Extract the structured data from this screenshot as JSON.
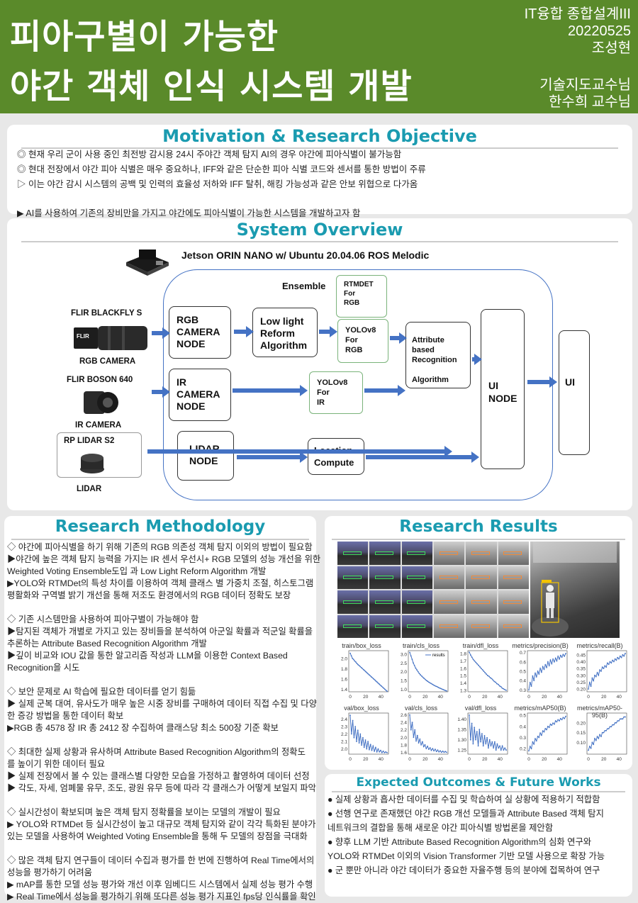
{
  "header": {
    "title_line1": "피아구별이 가능한",
    "title_line2": "야간 객체 인식 시스템 개발",
    "course": "IT융합 종합설계III",
    "date": "20220525",
    "author": "조성현",
    "advisor_label": "기술지도교수님",
    "advisor_name": "한수희 교수님"
  },
  "motivation": {
    "title": "Motivation & Research Objective",
    "lines": [
      "◎ 현재 우리 군이 사용 중인 최전방 감시용 24시 주야간 객체 탐지 AI의 경우 야간에 피아식별이 불가능함",
      "◎ 현대 전장에서 야간 피아 식별은 매우 중요하나, IFF와 같은 단순한 피아 식별 코드와 센서를 통한 방법이 주류",
      "▷ 이는 야간 감시 시스템의 공백 및 인력의 효율성 저하와 IFF 탈취, 해킹 가능성과 같은 안보 위협으로 다가옴",
      "▶ AI를 사용하여 기존의 장비만을 가지고 야간에도 피아식별이 가능한 시스템을 개발하고자 함"
    ]
  },
  "overview": {
    "title": "System Overview",
    "platform": "Jetson ORIN NANO w/ Ubuntu 20.04.06 ROS Melodic",
    "ensemble_label": "Ensemble",
    "sensors": {
      "flir_blackfly": "FLIR BLACKFLY S",
      "rgb_camera": "RGB CAMERA",
      "flir_boson": "FLIR BOSON 640",
      "ir_camera": "IR CAMERA",
      "rp_lidar": "RP LIDAR S2",
      "lidar": "LIDAR",
      "flir_logo": "FLIR"
    },
    "nodes": {
      "rgb_node": [
        "RGB",
        "CAMERA",
        "NODE"
      ],
      "ir_node": [
        "IR",
        "CAMERA",
        "NODE"
      ],
      "lidar_node": [
        "LIDAR",
        "NODE"
      ],
      "low_light": [
        "Low light",
        "Reform",
        "Algorithm"
      ],
      "rtmdet": [
        "RTMDET",
        "For",
        "RGB"
      ],
      "yolo_rgb": [
        "YOLOv8",
        "For",
        "RGB"
      ],
      "yolo_ir": [
        "YOLOv8",
        "For",
        "IR"
      ],
      "location": [
        "Location",
        "Compute"
      ],
      "attribute": [
        "Attribute",
        "based",
        "Recognition",
        "",
        "Algorithm"
      ],
      "ui_node": [
        "UI",
        "NODE"
      ],
      "ui": "UI"
    }
  },
  "methodology": {
    "title": "Research Methodology",
    "lines": [
      "◇ 야간에 피아식별을 하기 위해 기존의 RGB 의존성 객체 탐지 이외의 방법이 필요함",
      "▶야간에 높은 객체 탐지 능력을 가지는 IR 센서 우선시+ RGB 모델의 성능 개선을 위한",
      "Weighted Voting Ensemble도입 과 Low Light Reform Algorithm 개발",
      "▶YOLO와 RTMDet의 특성 차이를 이용하여 객체 클래스 별 가중치 조절, 히스토그램",
      "평활화와 구역별 밝기 개선을 통해 저조도 환경에서의 RGB 데이터 정확도 보장",
      "",
      "◇ 기존 시스템만을 사용하여 피아구별이 가능해야 함",
      "▶탐지된 객체가 개별로 가지고 있는 장비들을 분석하여 아군일 확률과 적군일 확률을",
      "추론하는 Attribute Based Recognition Algorithm 개발",
      "▶깊이 비교와 IOU 값을 통한 알고리즘 작성과 LLM을 이용한 Context Based",
      "Recognition을 시도",
      "",
      "◇ 보안 문제로 AI 학습에 필요한 데이터를 얻기 힘듦",
      "▶ 실제 군복 대여, 유사도가 매우 높은 시중 장비를 구매하여 데이터 직접 수집 및 다양",
      "한 증강 방법을 통한 데이터 확보",
      "▶RGB 총 4578 장 IR 총 2412 장 수집하여 클래스당 최소 500장 기준 확보",
      "",
      "◇ 최대한 실제 상황과 유사하며 Attribute Based Recognition Algorithm의 정확도",
      "를 높이기 위한 데이터 필요",
      "▶ 실제 전장에서 볼 수 있는 클래스별 다양한 모습을 가정하고 촬영하여 데이터 선정",
      "▶ 각도, 자세, 엄폐물 유무, 조도, 광원 유무 등에 따라 각 클래스가 어떻게 보일지 파악",
      "",
      "◇ 실시간성이 확보되며 높은 객체 탐지 정확률을 보이는 모델의 개발이 필요",
      "▶ YOLO와 RTMDet 등 실시간성이 높고 대규모 객체 탐지와 같이 각각 특화된 분야가",
      "있는 모델을 사용하여 Weighted Voting Ensemble을 통해 두 모델의 장점을 극대화",
      "",
      "◇ 많은 객체 탐지 연구들이 데이터 수집과 평가를 한 번에 진행하여 Real Time에서의",
      "성능을 평가하기 어려움",
      "▶ mAP를 통한 모델 성능 평가와 개선 이후 임베디드 시스템에서 실제 성능 평가 수행",
      "▶ Real Time에서 성능을 평가하기 위해 또다른 성능 평가 지표인 fps당 인식률을 확인"
    ]
  },
  "results": {
    "title": "Research Results",
    "legend": "results",
    "plots_row1": [
      {
        "title": "train/box_loss",
        "yticks": [
          "2.0",
          "1.8",
          "1.6",
          "1.4"
        ],
        "values": [
          2.1,
          2.05,
          2.0,
          1.98,
          1.95,
          1.93,
          1.9,
          1.88,
          1.86,
          1.84,
          1.82,
          1.8,
          1.78,
          1.76,
          1.74,
          1.72,
          1.7,
          1.68,
          1.66,
          1.64,
          1.62,
          1.6,
          1.58,
          1.56,
          1.54,
          1.52,
          1.5,
          1.48,
          1.46,
          1.44,
          1.42,
          1.4,
          1.38,
          1.36
        ],
        "ylim": [
          1.35,
          2.15
        ]
      },
      {
        "title": "train/cls_loss",
        "yticks": [
          "3.0",
          "2.5",
          "2.0",
          "1.5",
          "1.0"
        ],
        "values": [
          3.1,
          2.9,
          2.7,
          2.5,
          2.35,
          2.2,
          2.1,
          2.0,
          1.9,
          1.82,
          1.75,
          1.68,
          1.62,
          1.56,
          1.5,
          1.45,
          1.4,
          1.36,
          1.32,
          1.28,
          1.24,
          1.2,
          1.17,
          1.14,
          1.1,
          1.07,
          1.04,
          1.01,
          0.98,
          0.95,
          0.92,
          0.9
        ],
        "ylim": [
          0.85,
          3.2
        ]
      },
      {
        "title": "train/dfl_loss",
        "yticks": [
          "1.8",
          "1.7",
          "1.6",
          "1.5",
          "1.4",
          "1.3"
        ],
        "values": [
          1.82,
          1.78,
          1.75,
          1.72,
          1.7,
          1.68,
          1.66,
          1.64,
          1.62,
          1.6,
          1.58,
          1.56,
          1.54,
          1.52,
          1.5,
          1.49,
          1.47,
          1.46,
          1.44,
          1.42,
          1.41,
          1.39,
          1.38,
          1.36,
          1.35,
          1.33,
          1.32,
          1.31,
          1.3
        ],
        "ylim": [
          1.28,
          1.84
        ]
      },
      {
        "title": "metrics/precision(B)",
        "yticks": [
          "0.7",
          "0.6",
          "0.5",
          "0.4",
          "0.3"
        ],
        "values": [
          0.3,
          0.38,
          0.34,
          0.45,
          0.4,
          0.48,
          0.44,
          0.5,
          0.47,
          0.53,
          0.49,
          0.55,
          0.52,
          0.57,
          0.54,
          0.6,
          0.56,
          0.62,
          0.58,
          0.63,
          0.6,
          0.64,
          0.61,
          0.66,
          0.63,
          0.67,
          0.65,
          0.68,
          0.66,
          0.69
        ],
        "ylim": [
          0.28,
          0.72
        ]
      },
      {
        "title": "metrics/recall(B)",
        "yticks": [
          "0.45",
          "0.40",
          "0.35",
          "0.30",
          "0.25",
          "0.20"
        ],
        "values": [
          0.2,
          0.25,
          0.22,
          0.28,
          0.26,
          0.3,
          0.29,
          0.32,
          0.3,
          0.34,
          0.33,
          0.36,
          0.35,
          0.37,
          0.36,
          0.39,
          0.38,
          0.4,
          0.39,
          0.41,
          0.4,
          0.42,
          0.41,
          0.43,
          0.42,
          0.44,
          0.43,
          0.45,
          0.44,
          0.46
        ],
        "ylim": [
          0.18,
          0.48
        ]
      }
    ],
    "plots_row2": [
      {
        "title": "val/box_loss",
        "yticks": [
          "2.4",
          "2.3",
          "2.2",
          "2.1",
          "2.0"
        ],
        "values": [
          2.45,
          2.2,
          2.38,
          2.15,
          2.3,
          2.1,
          2.25,
          2.08,
          2.2,
          2.05,
          2.15,
          2.02,
          2.12,
          2.0,
          2.1,
          1.99,
          2.06,
          1.98,
          2.04,
          1.97,
          2.02,
          1.96,
          2.0,
          1.96,
          1.98,
          1.95,
          1.97,
          1.95,
          1.96,
          1.95
        ],
        "ylim": [
          1.93,
          2.48
        ]
      },
      {
        "title": "val/cls_loss",
        "yticks": [
          "2.6",
          "2.4",
          "2.2",
          "2.0",
          "1.8",
          "1.6"
        ],
        "values": [
          2.6,
          2.2,
          2.4,
          2.0,
          2.2,
          1.9,
          2.05,
          1.85,
          1.95,
          1.8,
          1.88,
          1.75,
          1.8,
          1.7,
          1.76,
          1.68,
          1.72,
          1.65,
          1.7,
          1.64,
          1.68,
          1.62,
          1.66,
          1.61,
          1.64,
          1.6,
          1.63,
          1.6,
          1.62,
          1.6
        ],
        "ylim": [
          1.55,
          2.65
        ]
      },
      {
        "title": "val/dfl_loss",
        "yticks": [
          "1.40",
          "1.35",
          "1.30",
          "1.25"
        ],
        "values": [
          1.42,
          1.3,
          1.38,
          1.28,
          1.36,
          1.3,
          1.34,
          1.27,
          1.35,
          1.29,
          1.33,
          1.27,
          1.32,
          1.28,
          1.31,
          1.26,
          1.3,
          1.27,
          1.29,
          1.26,
          1.29,
          1.25,
          1.28,
          1.26,
          1.27,
          1.25,
          1.27,
          1.25,
          1.26,
          1.25
        ],
        "ylim": [
          1.23,
          1.43
        ]
      },
      {
        "title": "metrics/mAP50(B)",
        "yticks": [
          "0.5",
          "0.4",
          "0.3",
          "0.2"
        ],
        "values": [
          0.18,
          0.22,
          0.2,
          0.26,
          0.24,
          0.29,
          0.27,
          0.31,
          0.3,
          0.34,
          0.32,
          0.36,
          0.35,
          0.38,
          0.37,
          0.4,
          0.39,
          0.42,
          0.41,
          0.43,
          0.42,
          0.45,
          0.44,
          0.46,
          0.45,
          0.47,
          0.46,
          0.48,
          0.47,
          0.49
        ],
        "ylim": [
          0.15,
          0.52
        ]
      },
      {
        "title": "metrics/mAP50-95(B)",
        "yticks": [
          "0.20",
          "0.15",
          "0.10"
        ],
        "values": [
          0.06,
          0.08,
          0.07,
          0.1,
          0.09,
          0.12,
          0.11,
          0.13,
          0.12,
          0.14,
          0.13,
          0.15,
          0.15,
          0.16,
          0.16,
          0.17,
          0.17,
          0.18,
          0.18,
          0.19,
          0.19,
          0.2,
          0.2,
          0.21,
          0.21,
          0.22,
          0.22,
          0.22,
          0.23,
          0.23
        ],
        "ylim": [
          0.04,
          0.25
        ]
      }
    ],
    "xticks": [
      "0",
      "20",
      "40"
    ]
  },
  "outcomes": {
    "title": "Expected Outcomes & Future Works",
    "lines": [
      "● 실제 상황과 흡사한 데이터를 수집 및 학습하여 실 상황에 적용하기 적합함",
      "● 선행 연구로 존재했던 야간 RGB 개선 모델들과 Attribute Based 객체 탐지",
      "네트워크의 결합을 통해 새로운 야간 피아식별 방법론을 제안함",
      "● 향후 LLM 기반 Attribute Based Recognition Algorithm의 심화 연구와",
      "YOLO와 RTMDet 이외의 Vision Transformer 기반 모델 사용으로 확장 가능",
      "● 군 뿐만 아니라 야간 데이터가 중요한 자율주행 등의 분야에 접목하여 연구"
    ]
  },
  "colors": {
    "header": "#5a8a2a",
    "accent": "#1a9bb0",
    "arrow": "#4472c4"
  }
}
